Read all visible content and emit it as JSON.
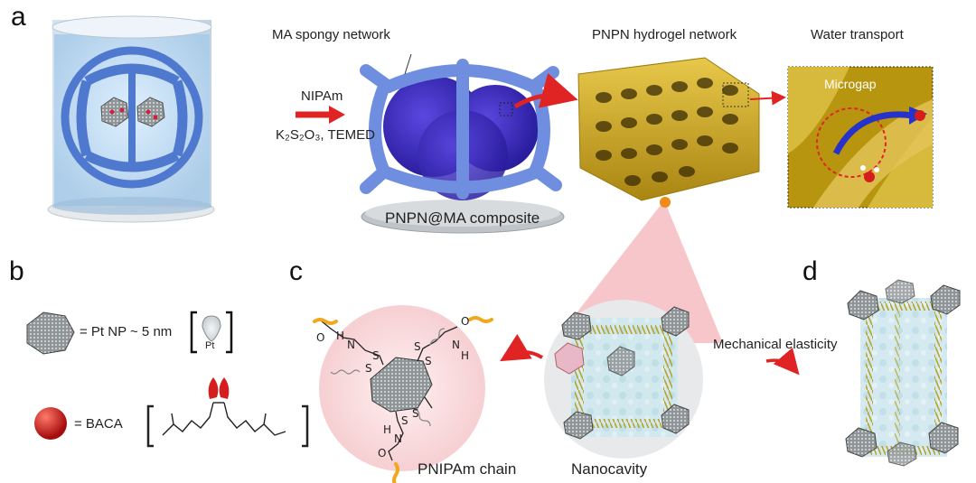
{
  "panels": {
    "a": "a",
    "b": "b",
    "c": "c",
    "d": "d"
  },
  "labels": {
    "ma_spongy_network": "MA spongy network",
    "nipam": "NIPAm",
    "reagents": "K₂S₂O₃, TEMED",
    "pnpn_ma_composite": "PNPN@MA composite",
    "pnpn_hydrogel_network": "PNPN hydrogel network",
    "water_transport": "Water transport",
    "microgap": "Microgap",
    "pt_np": "= Pt NP ~ 5 nm",
    "pt": "Pt",
    "baca": "= BACA",
    "pnipam_chain": "PNIPAm chain",
    "nanocavity": "Nanocavity",
    "mechanical_elasticity": "Mechanical elasticity"
  },
  "chem_atoms": {
    "s": "S",
    "o": "O",
    "h": "H",
    "n": "N"
  },
  "colors": {
    "ma_blue": "#5b82d6",
    "gold": "#c9a21c",
    "arrow_red": "#e02424",
    "cube_teal": "#bfe3ea",
    "spring": "#c2a829",
    "baca_red": "#d61c1c",
    "chain_orange": "#f0a820"
  }
}
